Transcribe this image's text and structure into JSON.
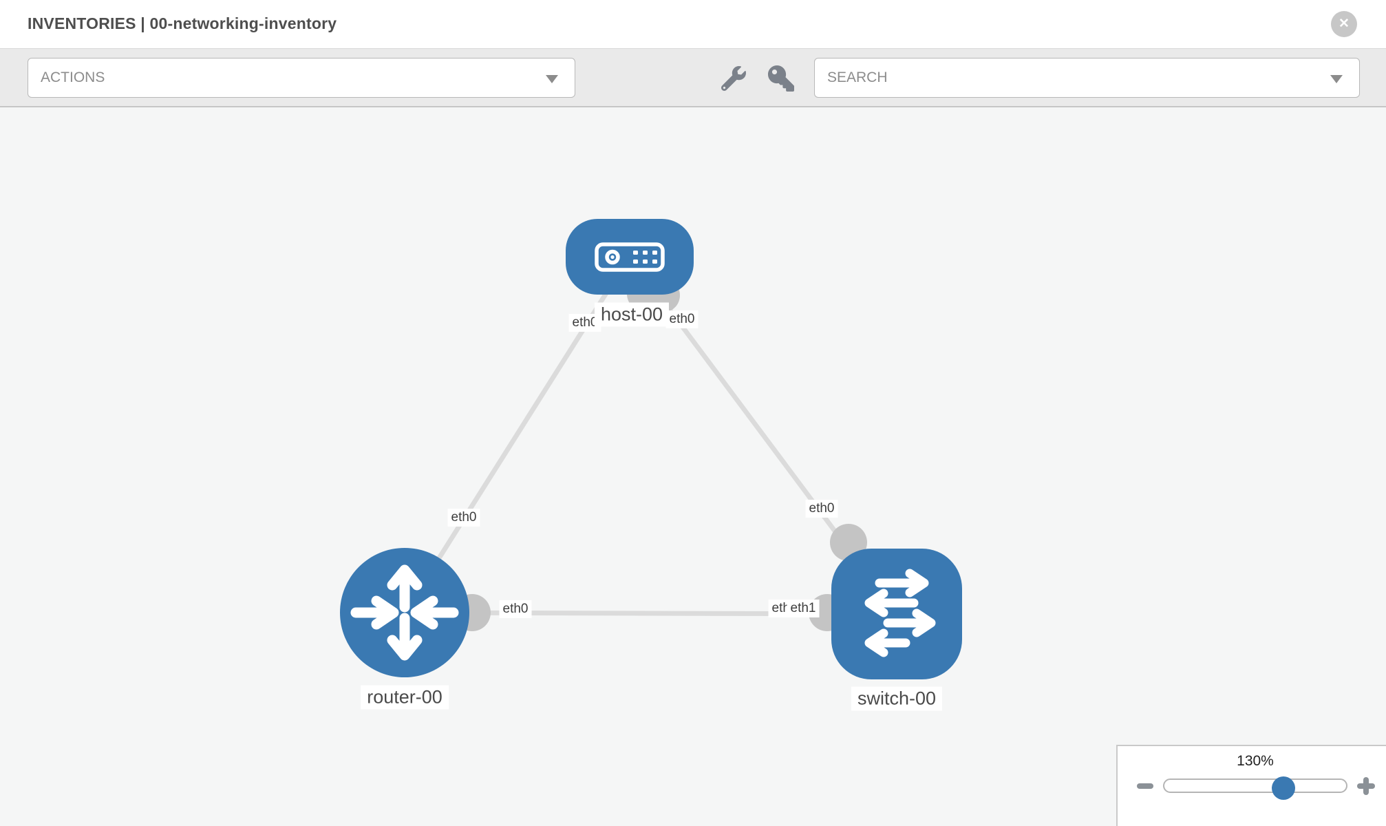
{
  "header": {
    "title": "INVENTORIES | 00-networking-inventory",
    "close_label": "✕"
  },
  "toolbar": {
    "actions_label": "ACTIONS",
    "search_label": "SEARCH",
    "icons": [
      "wrench-icon",
      "key-icon"
    ]
  },
  "colors": {
    "node_blue": "#3a79b2",
    "link_gray": "#dbdbdb",
    "endpoint_gray": "#c4c4c4",
    "canvas_bg": "#f5f6f6"
  },
  "topology": {
    "nodes": [
      {
        "id": "host-00",
        "label": "host-00",
        "type": "host"
      },
      {
        "id": "router-00",
        "label": "router-00",
        "type": "router"
      },
      {
        "id": "switch-00",
        "label": "switch-00",
        "type": "switch"
      }
    ],
    "links": [
      {
        "from": "host-00",
        "to": "router-00",
        "from_interface": "eth0",
        "to_interface": "eth0"
      },
      {
        "from": "host-00",
        "to": "switch-00",
        "from_interface": "eth0",
        "to_interface": "eth0"
      },
      {
        "from": "router-00",
        "to": "switch-00",
        "from_interface": "eth0",
        "to_interface": "eth1"
      }
    ],
    "interface_labels": [
      {
        "text": "eth0"
      },
      {
        "text": "eth0"
      },
      {
        "text": "eth0"
      },
      {
        "text": "eth0"
      },
      {
        "text": "eth0"
      },
      {
        "text": "eth0"
      },
      {
        "text": "eth1"
      }
    ]
  },
  "zoom_control": {
    "value": "130%",
    "percent": 130
  }
}
